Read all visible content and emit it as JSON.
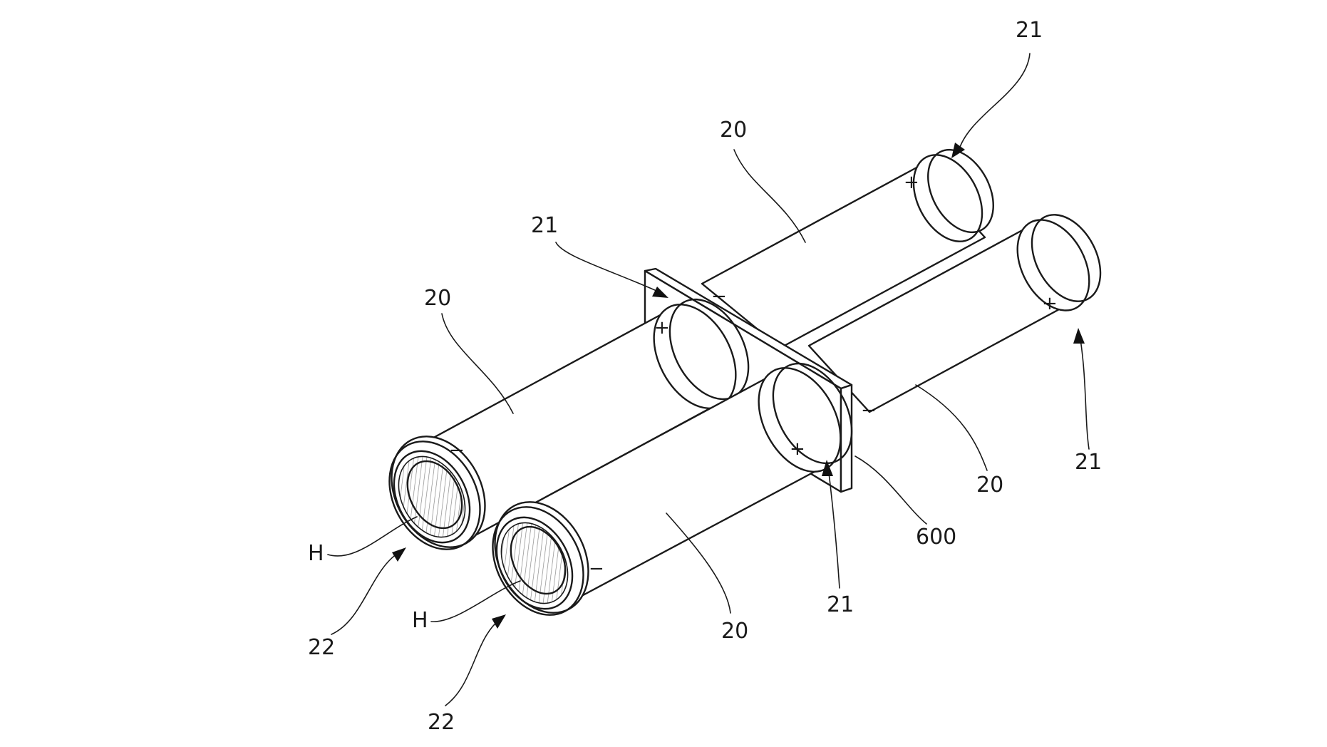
{
  "figure": {
    "labels": {
      "ref_21": "21",
      "ref_20": "20",
      "ref_22": "22",
      "ref_600": "600",
      "ref_h": "H"
    },
    "signs": {
      "plus": "+",
      "minus": "−"
    }
  }
}
